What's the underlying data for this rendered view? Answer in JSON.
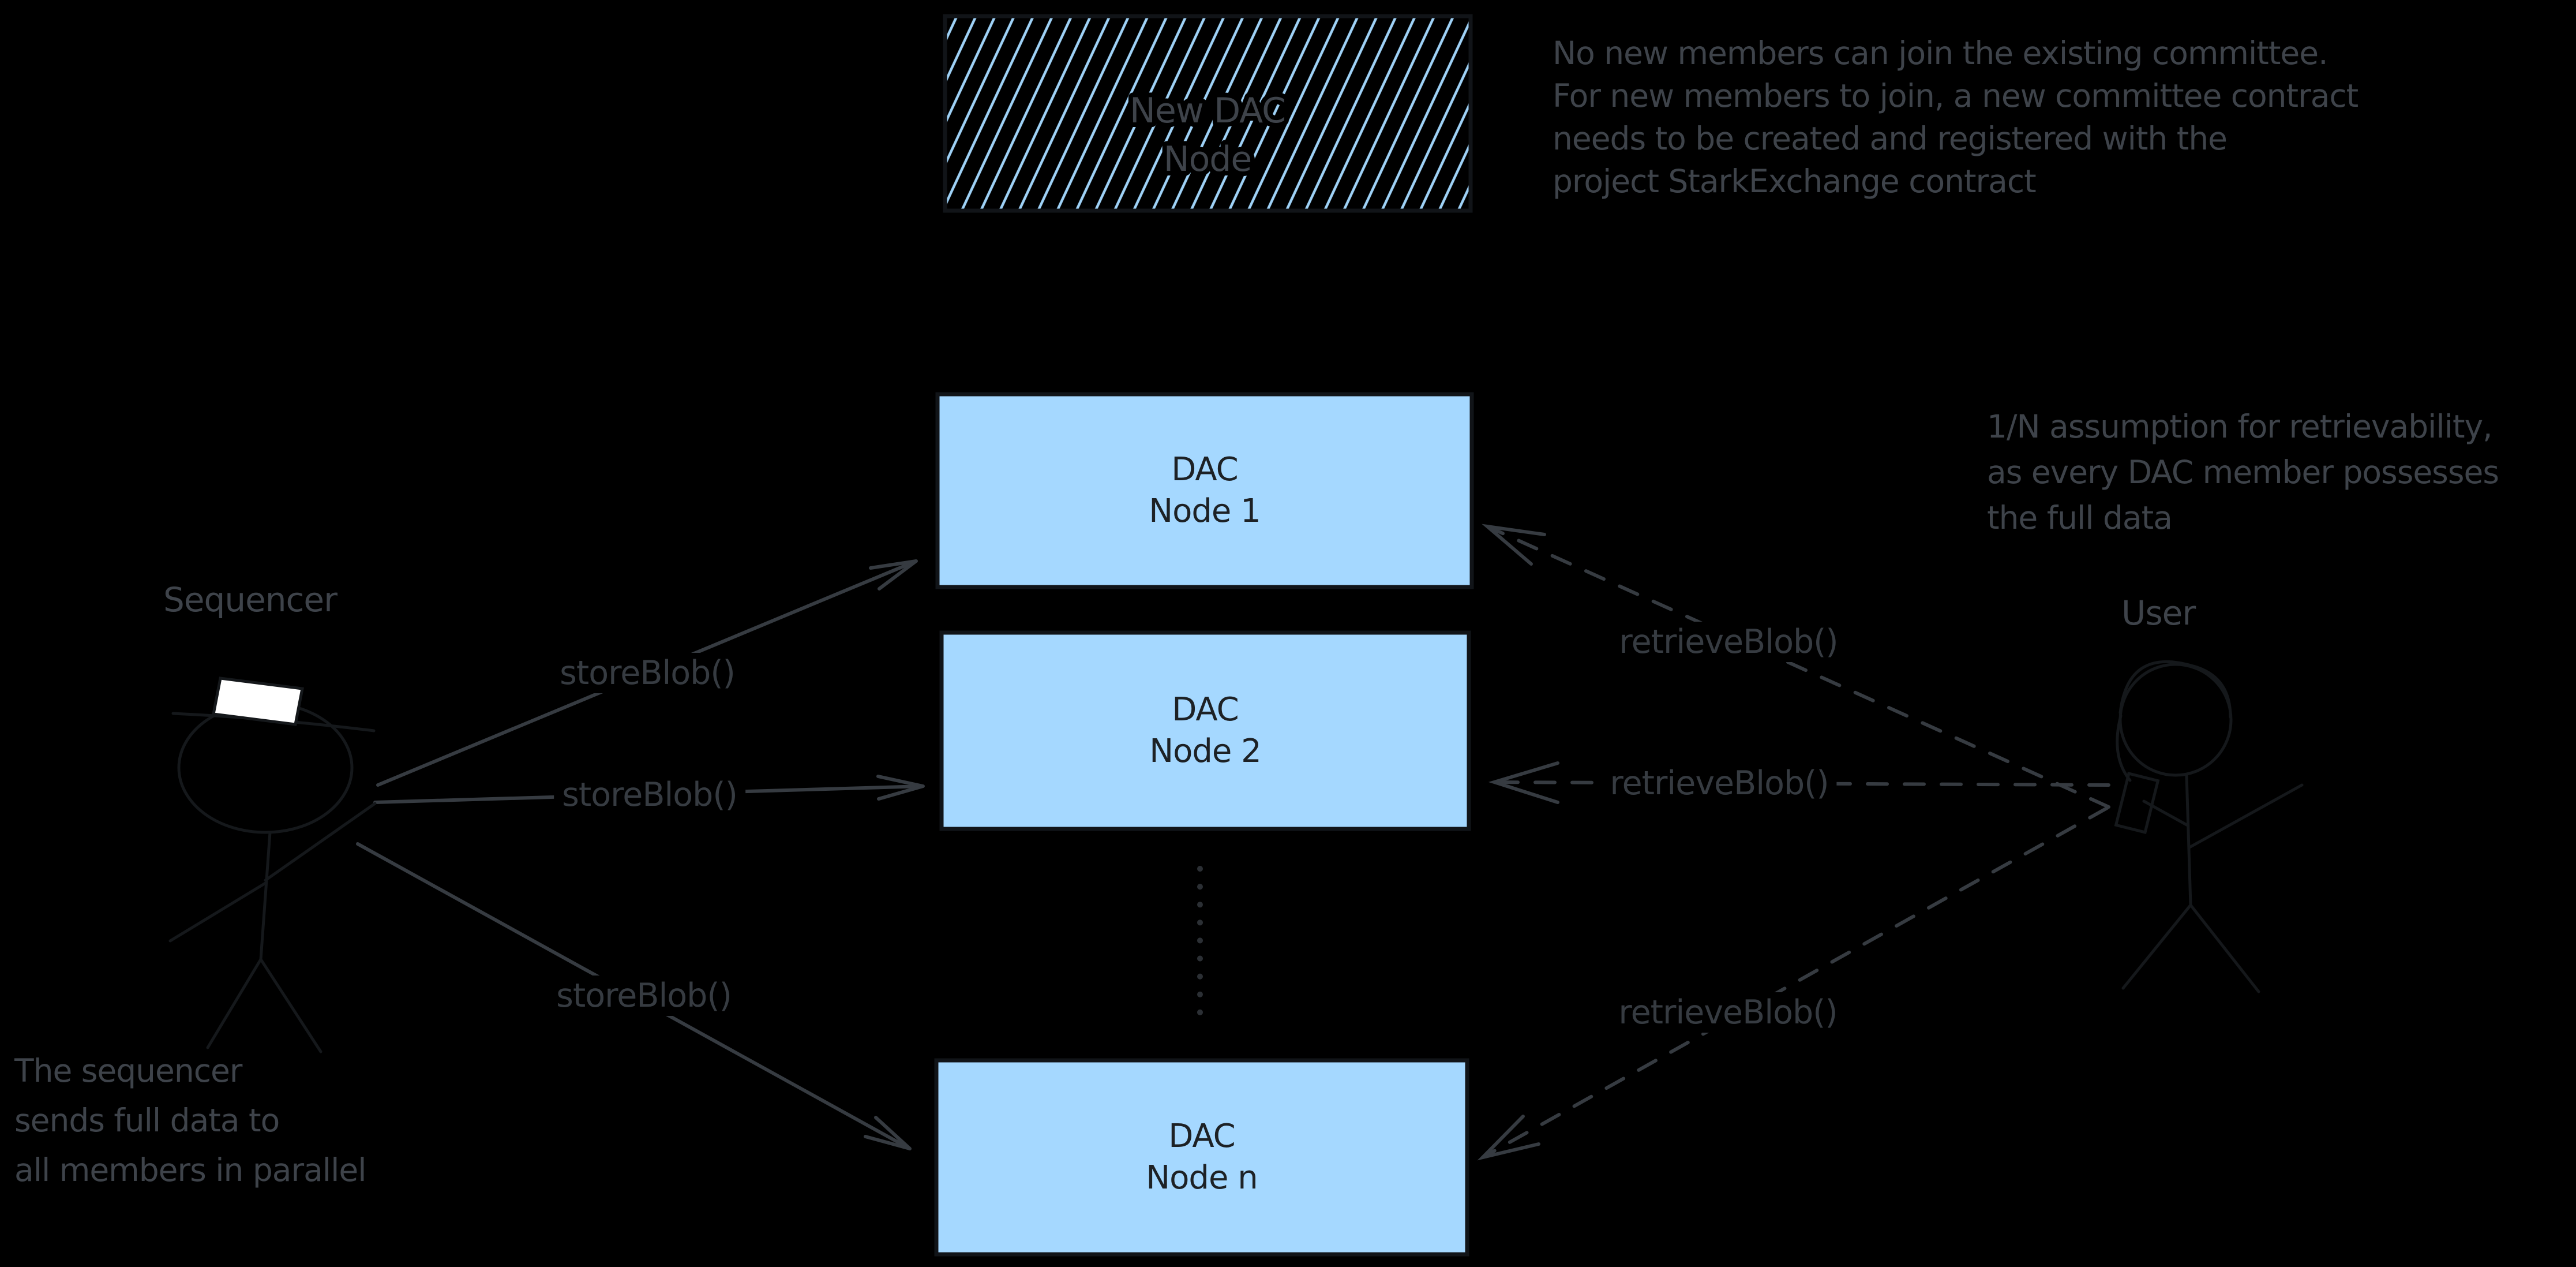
{
  "boxes": {
    "new_dac": {
      "line1": "New DAC",
      "line2": "Node"
    },
    "node1": {
      "line1": "DAC",
      "line2": "Node 1"
    },
    "node2": {
      "line1": "DAC",
      "line2": "Node 2"
    },
    "noden": {
      "line1": "DAC",
      "line2": "Node n"
    }
  },
  "actors": {
    "sequencer": "Sequencer",
    "user": "User"
  },
  "edge_labels": {
    "store1": "storeBlob()",
    "store2": "storeBlob()",
    "store3": "storeBlob()",
    "retrieve1": "retrieveBlob()",
    "retrieve2": "retrieveBlob()",
    "retrieve3": "retrieveBlob()"
  },
  "notes": {
    "committee": {
      "line1": "No new members can join the existing committee.",
      "line2": "For new members to join, a new committee contract",
      "line3": "needs to be created and registered with the",
      "line4": "project StarkExchange contract"
    },
    "retrievability": {
      "line1": "1/N assumption for retrievability,",
      "line2": "as every DAC member possesses",
      "line3": "the full data"
    },
    "sequencer_note": {
      "line1": "The sequencer",
      "line2": "sends full data to",
      "line3": "all members in parallel"
    }
  },
  "colors": {
    "background": "#000000",
    "node_fill": "#a5d8ff",
    "node_border": "#111418",
    "node_text": "#1d2125",
    "annotation_text": "#3e434a",
    "edge_stroke": "#363b41",
    "dot_stroke": "#2b2f34",
    "figure_stroke": "#15181b",
    "hat_fill": "#ffffff",
    "hatch_line": "#9fd2f7"
  }
}
